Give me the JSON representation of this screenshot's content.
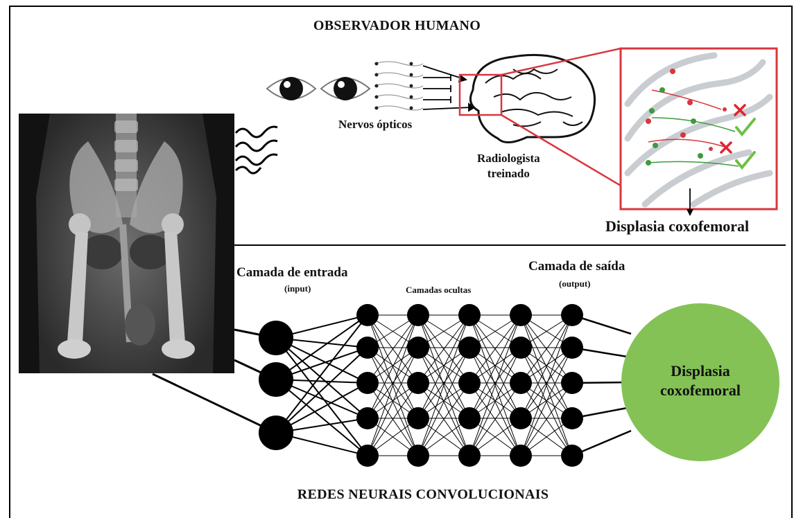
{
  "titles": {
    "top": "OBSERVADOR HUMANO",
    "bottom": "REDES NEURAIS CONVOLUCIONAIS"
  },
  "human": {
    "optic_nerves": "Nervos ópticos",
    "radiologist_line1": "Radiologista",
    "radiologist_line2": "treinado",
    "diagnosis": "Displasia coxofemoral"
  },
  "network": {
    "input_layer": "Camada de entrada",
    "input_tag": "(input)",
    "hidden_layers": "Camadas ocultas",
    "output_layer": "Camada de saída",
    "output_tag": "(output)",
    "result_line1": "Displasia",
    "result_line2": "coxofemoral"
  },
  "colors": {
    "result_circle": "#84c256",
    "highlight_box": "#d9363e",
    "neuron": "#000000"
  },
  "icons": [
    "eye-icon",
    "brain-icon",
    "xray-image",
    "check-icon",
    "cross-icon",
    "wave-icon"
  ]
}
